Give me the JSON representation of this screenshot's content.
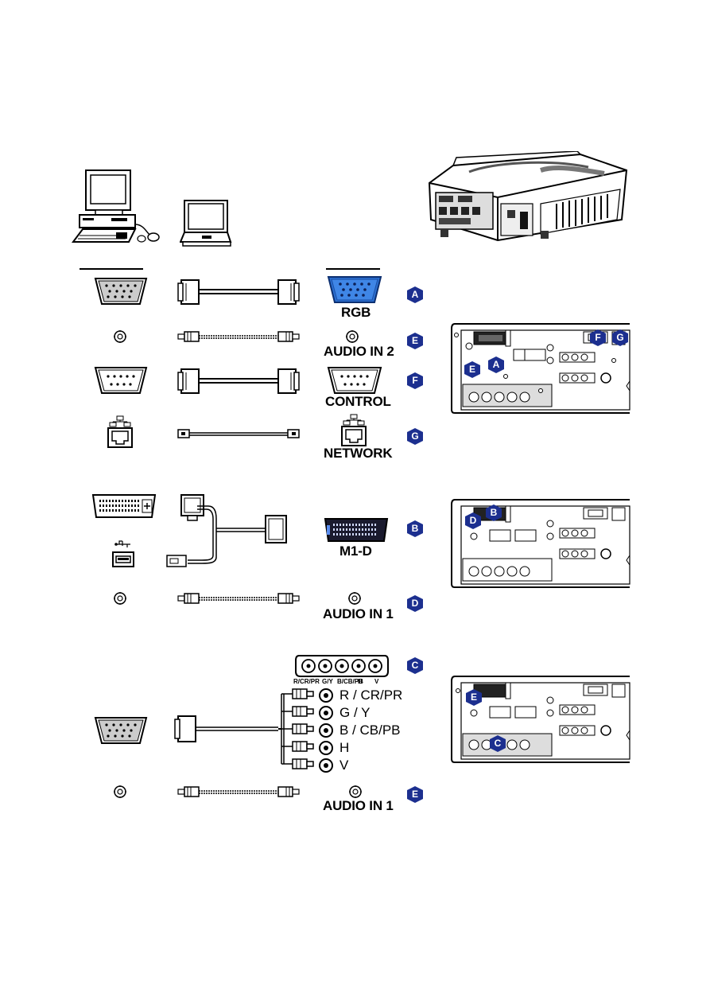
{
  "badges": {
    "a": "A",
    "b": "B",
    "c": "C",
    "d": "D",
    "e": "E",
    "f": "F",
    "g": "G"
  },
  "ports": {
    "rgb": "RGB",
    "audio_in_2": "AUDIO IN 2",
    "control": "CONTROL",
    "network": "NETWORK",
    "m1d": "M1-D",
    "audio_in_1": "AUDIO IN 1",
    "audio_in_1b": "AUDIO IN 1"
  },
  "component": {
    "header_labels": [
      "R/CR/PR",
      "G/Y",
      "B/CB/PB",
      "H",
      "V"
    ],
    "rows": [
      "R / CR/PR",
      "G / Y",
      "B / CB/PB",
      "H",
      "V"
    ]
  },
  "colors": {
    "badge_blue": "#1c2f8f",
    "vga_blue": "#2a6fd1"
  }
}
